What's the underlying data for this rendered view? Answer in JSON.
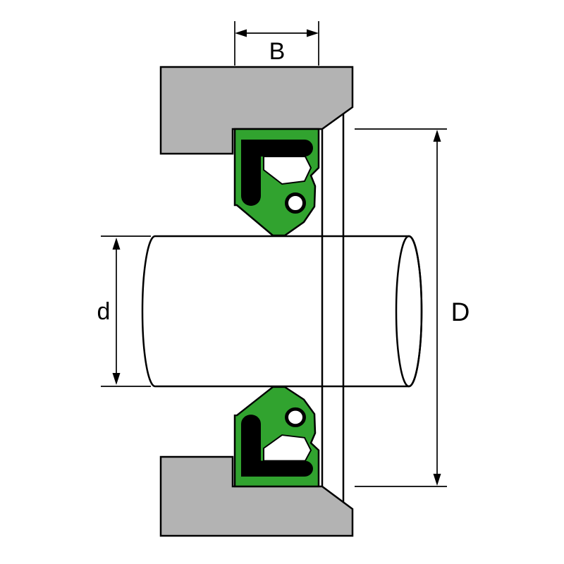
{
  "diagram": {
    "labels": {
      "seal_width": "B",
      "shaft_diameter": "d",
      "bore_diameter": "D"
    },
    "colors": {
      "housing_gray": "#b3b3b3",
      "seal_green": "#31a32f",
      "insert_black": "#000000",
      "shaft_white": "#ffffff",
      "recess_white": "#ffffff",
      "spring_white": "#ffffff"
    }
  }
}
